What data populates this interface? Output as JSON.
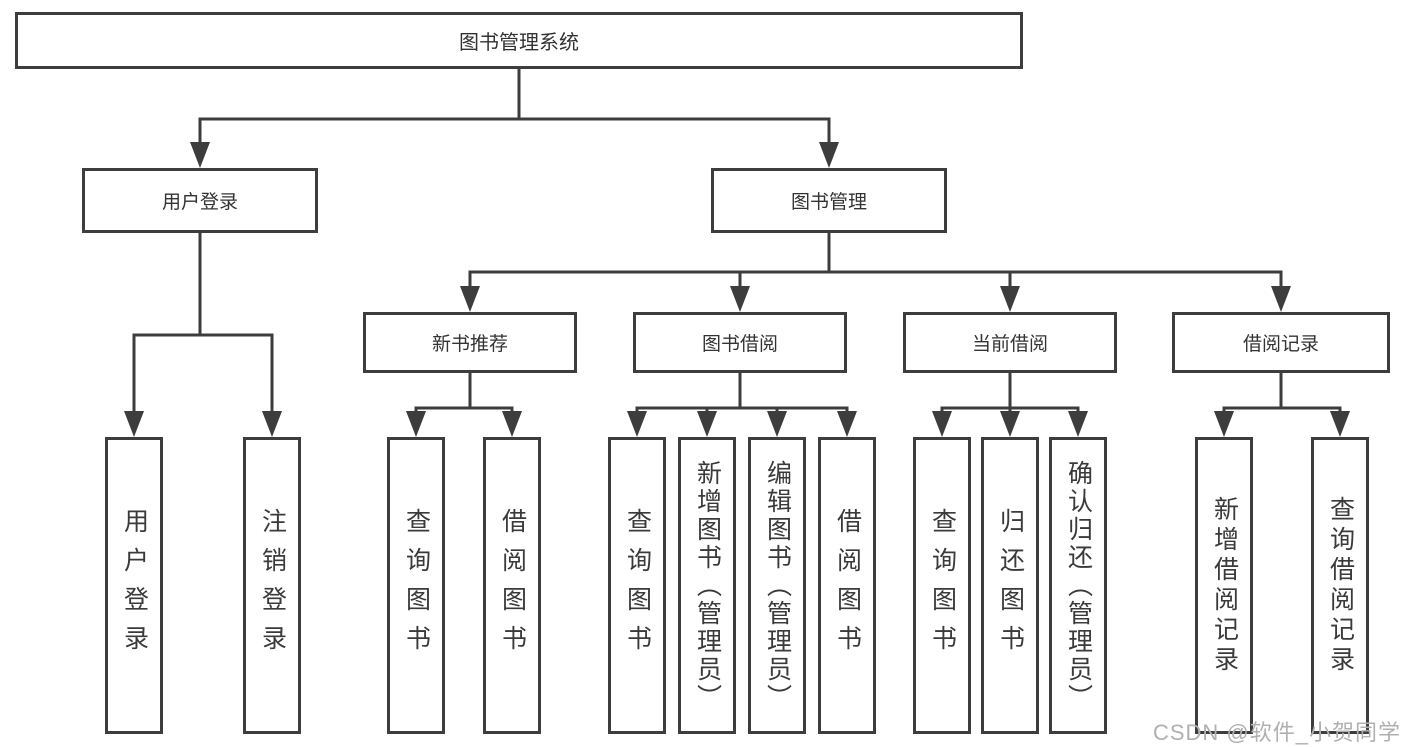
{
  "colors": {
    "line": "#3d3d3d",
    "text": "#333333",
    "watermark": "#b0b0b3",
    "background": "#ffffff"
  },
  "watermark": "CSDN @软件_小贺同学",
  "tree": {
    "root": "图书管理系统",
    "children": [
      {
        "label": "用户登录",
        "children": [
          {
            "label": "用户登录"
          },
          {
            "label": "注销登录"
          }
        ]
      },
      {
        "label": "图书管理",
        "children": [
          {
            "label": "新书推荐",
            "children": [
              {
                "label": "查询图书"
              },
              {
                "label": "借阅图书"
              }
            ]
          },
          {
            "label": "图书借阅",
            "children": [
              {
                "label": "查询图书"
              },
              {
                "label": "新增图书（管理员）"
              },
              {
                "label": "编辑图书（管理员）"
              },
              {
                "label": "借阅图书"
              }
            ]
          },
          {
            "label": "当前借阅",
            "children": [
              {
                "label": "查询图书"
              },
              {
                "label": "归还图书"
              },
              {
                "label": "确认归还（管理员）"
              }
            ]
          },
          {
            "label": "借阅记录",
            "children": [
              {
                "label": "新增借阅记录"
              },
              {
                "label": "查询借阅记录"
              }
            ]
          }
        ]
      }
    ]
  }
}
